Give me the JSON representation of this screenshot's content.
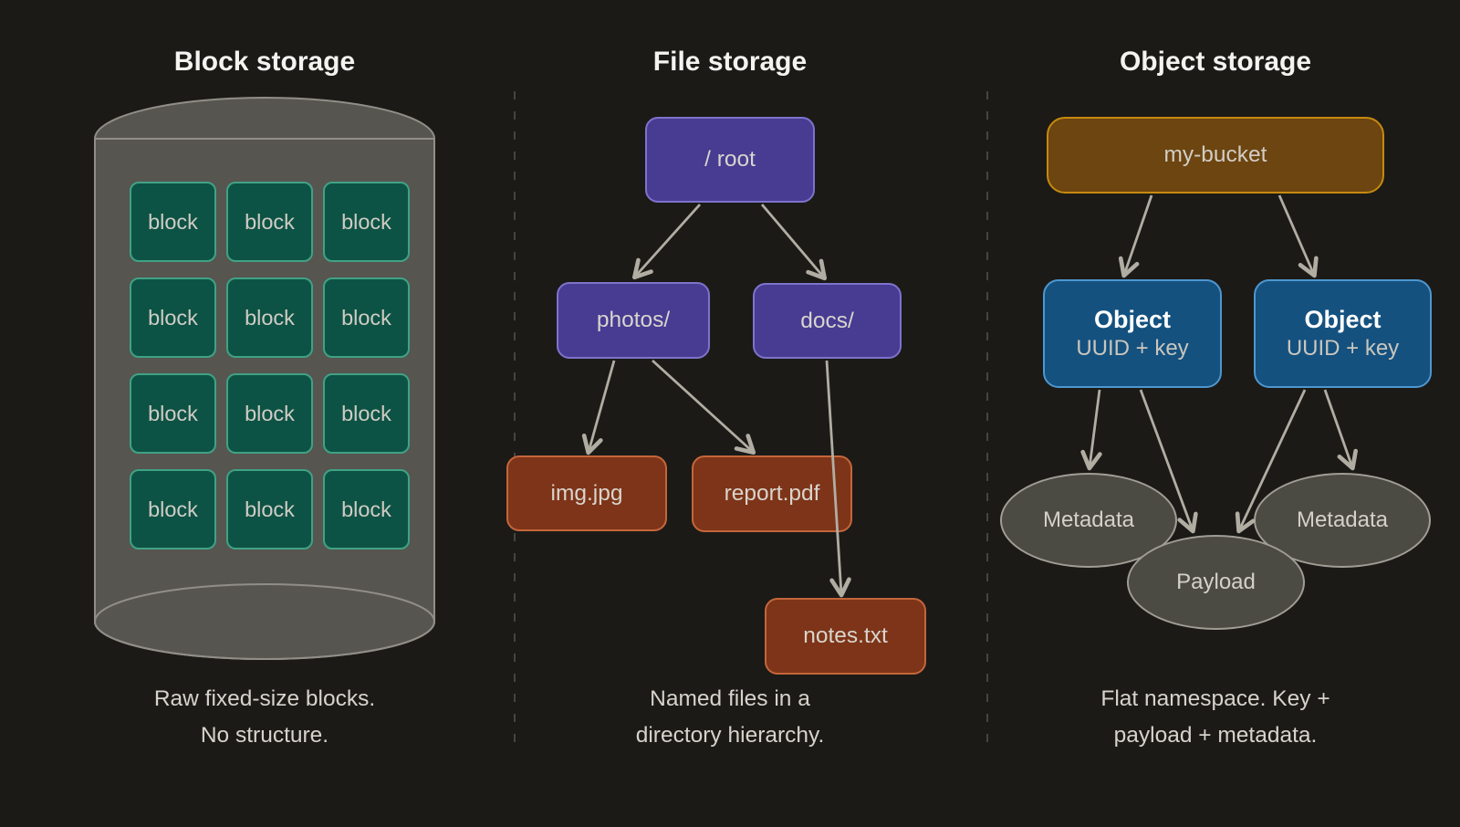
{
  "colors": {
    "background": "#1b1a17",
    "block_fill": "#0d5345",
    "block_border": "#40a284",
    "cylinder_fill": "#565550",
    "cylinder_stroke": "#908e86",
    "directory_fill": "#473b92",
    "directory_border": "#7e73cb",
    "file_fill": "#7e3418",
    "file_border": "#c4663a",
    "bucket_fill": "#6d4510",
    "bucket_border": "#c7890f",
    "object_fill": "#14517f",
    "object_border": "#4e97cf",
    "ellipse_fill": "#4b4a43",
    "ellipse_stroke": "#a09d95",
    "arrow": "#b1ada3",
    "title_text": "#f4f3f0",
    "body_text": "#d6d3cb"
  },
  "block_storage": {
    "title": "Block storage",
    "cells": [
      "block",
      "block",
      "block",
      "block",
      "block",
      "block",
      "block",
      "block",
      "block",
      "block",
      "block",
      "block"
    ],
    "caption": [
      "Raw fixed-size blocks.",
      "No structure."
    ]
  },
  "file_storage": {
    "title": "File storage",
    "nodes": {
      "root": "/ root",
      "photos": "photos/",
      "docs": "docs/",
      "img": "img.jpg",
      "report": "report.pdf",
      "notes": "notes.txt"
    },
    "edges": [
      "/ root -> photos/",
      "/ root -> docs/",
      "photos/ -> img.jpg",
      "photos/ -> report.pdf",
      "docs/ -> notes.txt"
    ],
    "caption": [
      "Named files in a",
      "directory hierarchy."
    ]
  },
  "object_storage": {
    "title": "Object storage",
    "bucket": "my-bucket",
    "objects": [
      {
        "title": "Object",
        "subtitle": "UUID + key"
      },
      {
        "title": "Object",
        "subtitle": "UUID + key"
      }
    ],
    "metadata_left": "Metadata",
    "payload": "Payload",
    "metadata_right": "Metadata",
    "edges": [
      "my-bucket -> Object (left)",
      "my-bucket -> Object (right)",
      "Object (left) -> Metadata (left)",
      "Object (left) -> Payload",
      "Object (right) -> Payload",
      "Object (right) -> Metadata (right)"
    ],
    "caption": [
      "Flat namespace. Key +",
      "payload + metadata."
    ]
  }
}
